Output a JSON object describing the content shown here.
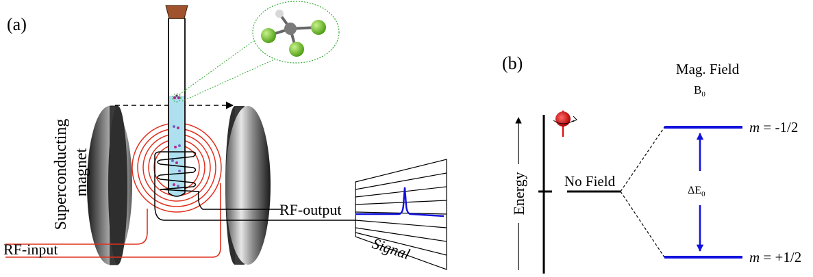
{
  "panel_a": {
    "label": "(a)",
    "magnet_label": "Superconducting\nmagnet",
    "rf_output_label": "RF-output",
    "rf_input_label": "RF-input",
    "signal_label": "Signal"
  },
  "panel_b": {
    "label": "(b)",
    "field_title": "Mag. Field",
    "b0_main": "B",
    "b0_sub": "0",
    "energy_label": "Energy",
    "no_field_label": "No Field",
    "delta_main": "ΔE",
    "delta_sub": "0",
    "upper_level_m": "m",
    "upper_level_value": " = -1/2",
    "lower_level_m": "m",
    "lower_level_value": " = +1/2"
  },
  "colors": {
    "coil_red": "#e0301e",
    "level_blue": "#1111dd",
    "sample_blue": "#aee0f0",
    "molecule_green": "#77cc22",
    "spin_red": "#dd1111",
    "cork_brown": "#a0522d"
  }
}
